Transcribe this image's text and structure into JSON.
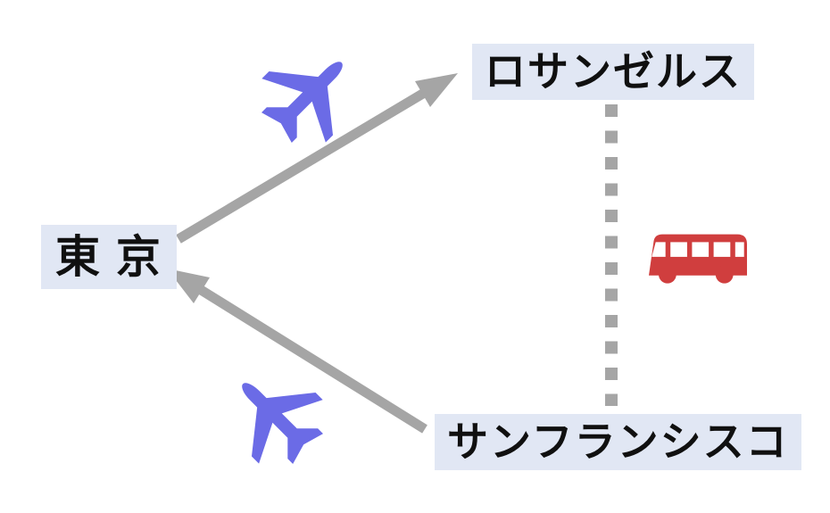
{
  "colors": {
    "background": "#ffffff",
    "label_bg": "#e1e7f4",
    "label_text": "#101010",
    "arrow": "#a5a5a5",
    "plane": "#6b6be6",
    "bus": "#d03e3e"
  },
  "nodes": {
    "tokyo": {
      "label": "東 京"
    },
    "los_angeles": {
      "label": "ロサンゼルス"
    },
    "san_francisco": {
      "label": "サンフランシスコ"
    }
  },
  "edges": [
    {
      "name": "tokyo-to-los-angeles",
      "style": "solid-arrow",
      "icon": "airplane-icon"
    },
    {
      "name": "san-francisco-to-tokyo",
      "style": "solid-arrow",
      "icon": "airplane-icon"
    },
    {
      "name": "los-angeles-to-san-francisco",
      "style": "dashed-line",
      "icon": "bus-icon"
    }
  ]
}
